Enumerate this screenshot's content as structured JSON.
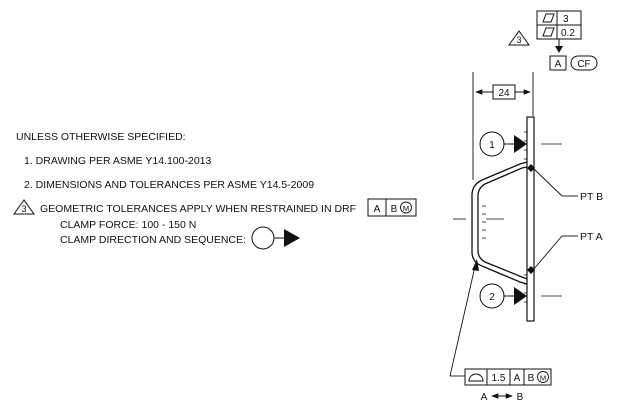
{
  "notes": {
    "heading": "UNLESS OTHERWISE SPECIFIED:",
    "item1": "1.  DRAWING PER ASME Y14.100-2013",
    "item2": "2.  DIMENSIONS AND TOLERANCES PER ASME Y14.5-2009",
    "flag3_number": "3",
    "item3": "GEOMETRIC TOLERANCES APPLY WHEN RESTRAINED IN DRF",
    "drf_a": "A",
    "drf_b": "B",
    "drf_m": "M",
    "clamp_force": "CLAMP FORCE: 100 - 150 N",
    "clamp_direction": "CLAMP DIRECTION AND SEQUENCE:"
  },
  "top_fcf": {
    "flag_number": "3",
    "row1_value": "3",
    "row2_value": "0.2",
    "datum": "A",
    "cf": "CF",
    "row1_symbol": "flatness-icon",
    "row2_symbol": "flatness-icon"
  },
  "dimension": {
    "value": "24"
  },
  "clamps": [
    {
      "number": "1"
    },
    {
      "number": "2"
    }
  ],
  "callouts": {
    "pt_b": "PT B",
    "pt_a": "PT A"
  },
  "bottom_fcf": {
    "symbol": "profile-of-surface-icon",
    "value": "1.5",
    "datum_a": "A",
    "datum_b": "B",
    "modifier": "M",
    "between_left": "A",
    "between_right": "B"
  },
  "colors": {
    "ink": "#111111",
    "background": "#ffffff"
  }
}
